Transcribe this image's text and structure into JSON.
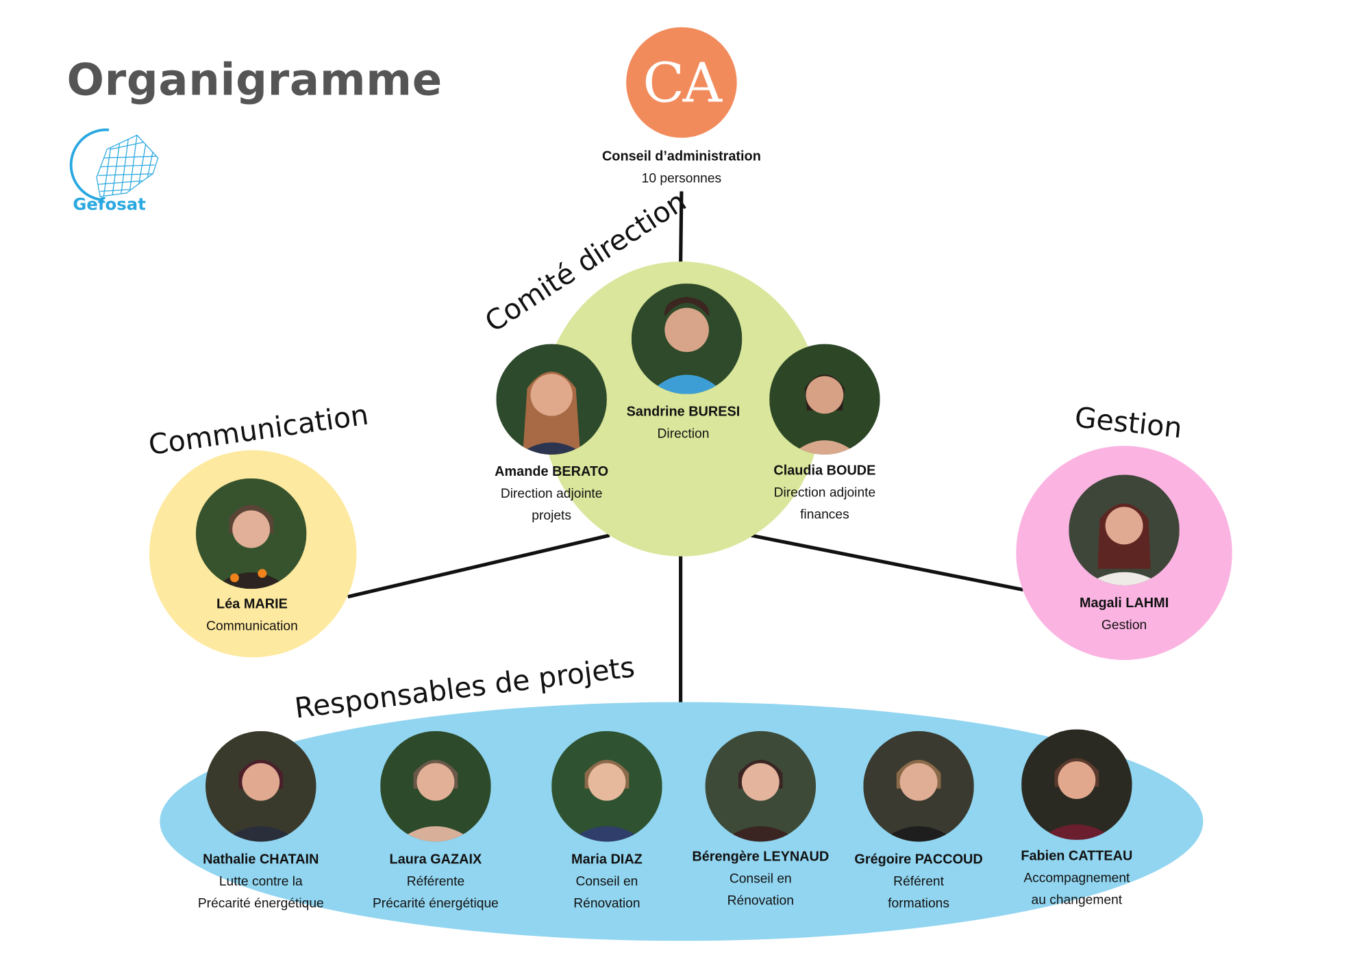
{
  "page": {
    "title": "Organigramme",
    "logo_text": "Gefosat"
  },
  "colors": {
    "title": "#555555",
    "logo_blue": "#29a8e0",
    "ca_orange": "#f28b5c",
    "comite_green": "#d9e69b",
    "communication_yellow": "#fde99f",
    "gestion_pink": "#fbb3e2",
    "responsables_blue": "#91d5f0"
  },
  "ca": {
    "badge": "CA",
    "name": "Conseil d’administration",
    "detail": "10 personnes"
  },
  "groups": {
    "comite": {
      "label": "Comité direction",
      "members": [
        {
          "name": "Sandrine BURESI",
          "role_lines": [
            "Direction"
          ],
          "photo_icon": "portrait-photo"
        },
        {
          "name": "Amande BERATO",
          "role_lines": [
            "Direction adjointe",
            "projets"
          ],
          "photo_icon": "portrait-photo"
        },
        {
          "name": "Claudia BOUDE",
          "role_lines": [
            "Direction adjointe",
            "finances"
          ],
          "photo_icon": "portrait-photo"
        }
      ]
    },
    "communication": {
      "label": "Communication",
      "members": [
        {
          "name": "Léa MARIE",
          "role_lines": [
            "Communication"
          ],
          "photo_icon": "portrait-photo"
        }
      ]
    },
    "gestion": {
      "label": "Gestion",
      "members": [
        {
          "name": "Magali LAHMI",
          "role_lines": [
            "Gestion"
          ],
          "photo_icon": "portrait-photo"
        }
      ]
    },
    "responsables": {
      "label": "Responsables de projets",
      "members": [
        {
          "name": "Nathalie CHATAIN",
          "role_lines": [
            "Lutte contre la",
            "Précarité énergétique"
          ],
          "photo_icon": "portrait-photo"
        },
        {
          "name": "Laura GAZAIX",
          "role_lines": [
            "Référente",
            "Précarité énergétique"
          ],
          "photo_icon": "portrait-photo"
        },
        {
          "name": "Maria DIAZ",
          "role_lines": [
            "Conseil en",
            "Rénovation"
          ],
          "photo_icon": "portrait-photo"
        },
        {
          "name": "Bérengère LEYNAUD",
          "role_lines": [
            "Conseil en",
            "Rénovation"
          ],
          "photo_icon": "portrait-photo"
        },
        {
          "name": "Grégoire PACCOUD",
          "role_lines": [
            "Référent",
            "formations"
          ],
          "photo_icon": "portrait-photo"
        },
        {
          "name": "Fabien CATTEAU",
          "role_lines": [
            "Accompagnement",
            "au changement"
          ],
          "photo_icon": "portrait-photo"
        }
      ]
    }
  }
}
